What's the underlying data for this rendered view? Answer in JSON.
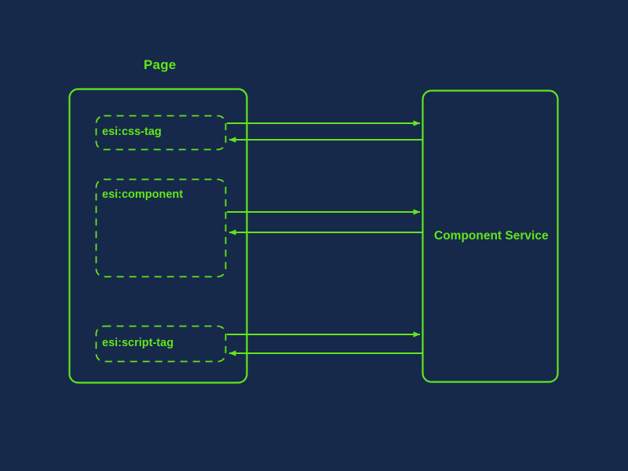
{
  "theme": {
    "background_color": "#16294b",
    "accent_color": "#62e618"
  },
  "diagram": {
    "type": "architecture-flow",
    "nodes": [
      {
        "id": "page",
        "label": "Page",
        "shape": "rounded-rect",
        "border_style": "solid",
        "label_position": "above"
      },
      {
        "id": "esi-css-tag",
        "label": "esi:css-tag",
        "shape": "rounded-rect",
        "border_style": "dashed",
        "parent": "page"
      },
      {
        "id": "esi-component",
        "label": "esi:component",
        "shape": "rounded-rect",
        "border_style": "dashed",
        "parent": "page"
      },
      {
        "id": "esi-script-tag",
        "label": "esi:script-tag",
        "shape": "rounded-rect",
        "border_style": "dashed",
        "parent": "page"
      },
      {
        "id": "component-service",
        "label": "Component Service",
        "shape": "rounded-rect",
        "border_style": "solid"
      }
    ],
    "edges": [
      {
        "from": "esi-css-tag",
        "to": "component-service",
        "direction": "right"
      },
      {
        "from": "component-service",
        "to": "esi-css-tag",
        "direction": "left"
      },
      {
        "from": "esi-component",
        "to": "component-service",
        "direction": "right"
      },
      {
        "from": "component-service",
        "to": "esi-component",
        "direction": "left"
      },
      {
        "from": "esi-script-tag",
        "to": "component-service",
        "direction": "right"
      },
      {
        "from": "component-service",
        "to": "esi-script-tag",
        "direction": "left"
      }
    ]
  }
}
